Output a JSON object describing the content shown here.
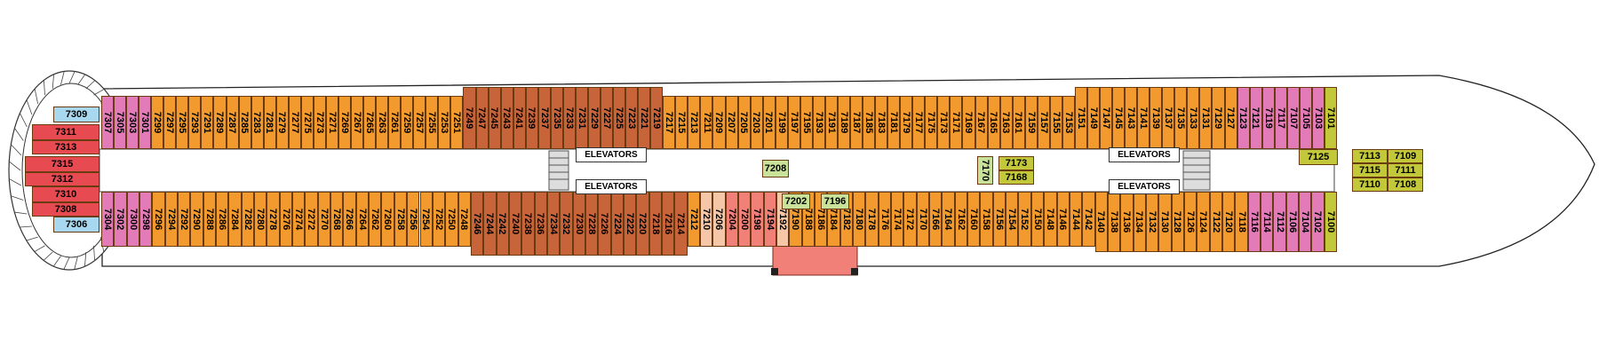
{
  "deck_plan": {
    "elevators_label": "ELEVATORS",
    "colors": {
      "orange": "#F29A2E",
      "brown": "#C8643A",
      "pink": "#E27BB8",
      "red": "#E84A52",
      "blue": "#A8D8F0",
      "lime": "#C2C83A",
      "salmon": "#F5C6A8",
      "coral": "#F08078",
      "lightgreen": "#C8E29A",
      "hull": "#ffffff"
    },
    "aft_cabins": [
      "7309",
      "7311",
      "7313",
      "7315",
      "7312",
      "7310",
      "7308",
      "7306"
    ],
    "top_cabins": [
      "7307",
      "7305",
      "7303",
      "7301",
      "7299",
      "7297",
      "7295",
      "7293",
      "7291",
      "7289",
      "7287",
      "7285",
      "7283",
      "7281",
      "7279",
      "7277",
      "7275",
      "7273",
      "7271",
      "7269",
      "7267",
      "7265",
      "7263",
      "7261",
      "7259",
      "7257",
      "7255",
      "7253",
      "7251",
      "7249",
      "7247",
      "7245",
      "7243",
      "7241",
      "7239",
      "7237",
      "7235",
      "7233",
      "7231",
      "7229",
      "7227",
      "7225",
      "7223",
      "7221",
      "7219",
      "7217",
      "7215",
      "7213",
      "7211",
      "7209",
      "7207",
      "7205",
      "7203",
      "7201",
      "7199",
      "7197",
      "7195",
      "7193",
      "7191",
      "7189",
      "7187",
      "7185",
      "7183",
      "7181",
      "7179",
      "7177",
      "7175",
      "7173",
      "7171",
      "7169",
      "7167",
      "7165",
      "7163",
      "7161",
      "7159",
      "7157",
      "7155",
      "7153",
      "7151",
      "7149",
      "7147",
      "7145",
      "7143",
      "7141",
      "7139",
      "7137",
      "7135",
      "7133",
      "7131",
      "7129",
      "7127",
      "7123",
      "7121",
      "7119",
      "7117",
      "7107",
      "7105",
      "7103",
      "7101"
    ],
    "bottom_cabins": [
      "7304",
      "7302",
      "7300",
      "7298",
      "7296",
      "7294",
      "7292",
      "7290",
      "7288",
      "7286",
      "7284",
      "7282",
      "7280",
      "7278",
      "7276",
      "7274",
      "7272",
      "7270",
      "7268",
      "7266",
      "7264",
      "7262",
      "7260",
      "7258",
      "7256",
      "7254",
      "7252",
      "7250",
      "7248",
      "7246",
      "7244",
      "7242",
      "7240",
      "7238",
      "7236",
      "7234",
      "7232",
      "7230",
      "7228",
      "7226",
      "7224",
      "7222",
      "7220",
      "7218",
      "7216",
      "7214",
      "7212",
      "7210",
      "7206",
      "7204",
      "7200",
      "7198",
      "7194",
      "7192",
      "7190",
      "7188",
      "7186",
      "7184",
      "7182",
      "7180",
      "7178",
      "7176",
      "7174",
      "7172",
      "7170",
      "7166",
      "7164",
      "7162",
      "7160",
      "7158",
      "7156",
      "7154",
      "7152",
      "7150",
      "7148",
      "7146",
      "7144",
      "7142",
      "7140",
      "7138",
      "7136",
      "7134",
      "7132",
      "7130",
      "7128",
      "7126",
      "7124",
      "7122",
      "7120",
      "7118",
      "7116",
      "7114",
      "7112",
      "7106",
      "7104",
      "7102",
      "7100"
    ],
    "mid_cabins": [
      "7208",
      "7202",
      "7196",
      "7170",
      "7173",
      "7168",
      "7125",
      "7113",
      "7115",
      "7110",
      "7109",
      "7111",
      "7108"
    ]
  }
}
